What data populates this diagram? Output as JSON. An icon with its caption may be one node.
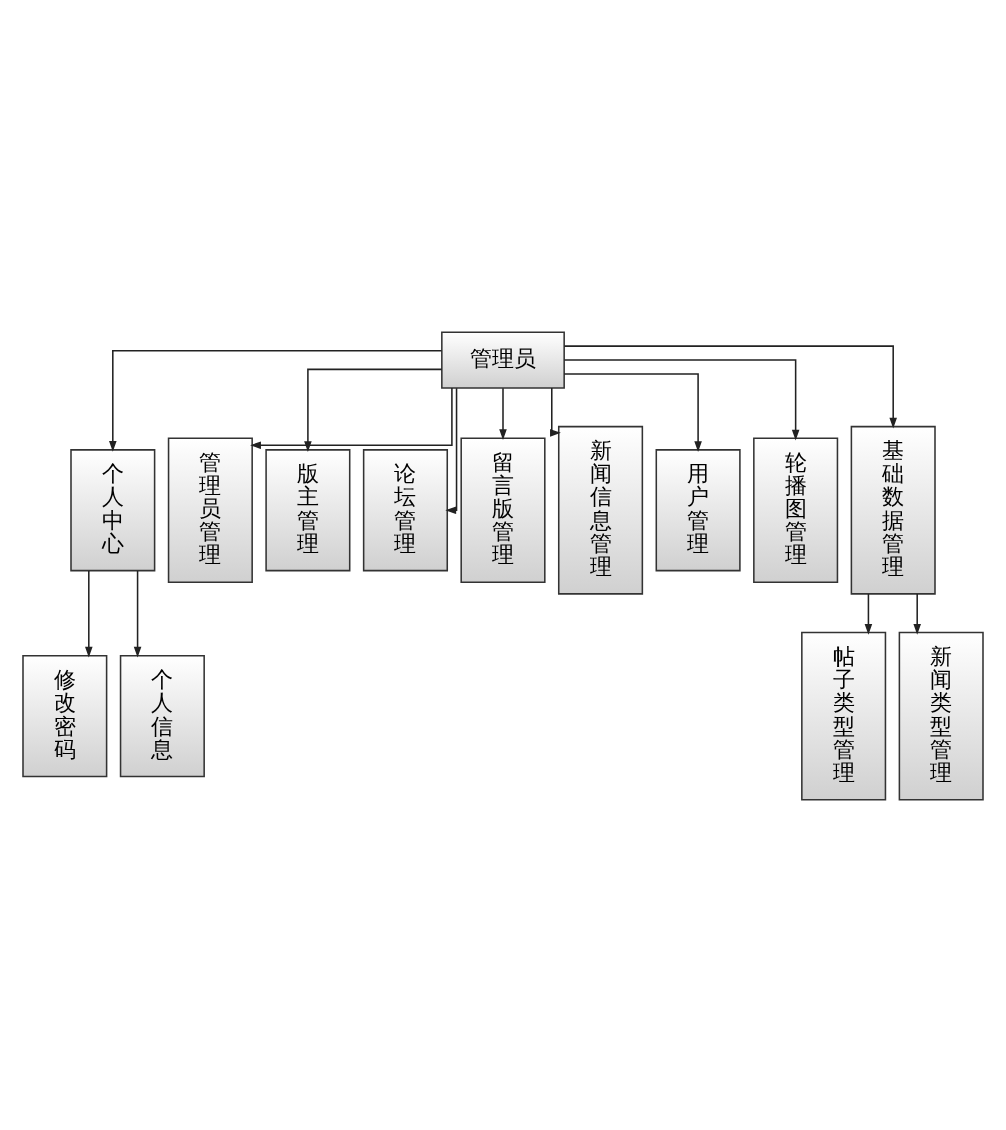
{
  "diagram": {
    "nodes": [
      {
        "text": [
          "管理员"
        ]
      },
      {
        "text": [
          "个人中心"
        ]
      },
      {
        "text": [
          "管理员管理"
        ]
      },
      {
        "text": [
          "版主管理"
        ]
      },
      {
        "text": [
          "论坛管理"
        ]
      },
      {
        "text": [
          "留言版管理"
        ]
      },
      {
        "text": [
          "新闻信息管理"
        ]
      },
      {
        "text": [
          "用户管理"
        ]
      },
      {
        "text": [
          "轮播图管理"
        ]
      },
      {
        "text": [
          "基础数据管理"
        ]
      },
      {
        "text": [
          "修改密码"
        ]
      },
      {
        "text": [
          "个人信息"
        ]
      },
      {
        "text": [
          "帖子类型管理"
        ]
      },
      {
        "text": [
          "新闻类型管理"
        ]
      }
    ],
    "edges": [
      {
        "from": 0,
        "to": 1,
        "arrow": "to"
      },
      {
        "from": 0,
        "to": 2,
        "arrow": "to"
      },
      {
        "from": 0,
        "to": 3,
        "arrow": "to"
      },
      {
        "from": 0,
        "to": 4,
        "arrow": "to"
      },
      {
        "from": 0,
        "to": 5,
        "arrow": "to"
      },
      {
        "from": 0,
        "to": 6,
        "arrow": "to"
      },
      {
        "from": 0,
        "to": 7,
        "arrow": "to"
      },
      {
        "from": 0,
        "to": 8,
        "arrow": "to"
      },
      {
        "from": 0,
        "to": 9,
        "arrow": "to"
      },
      {
        "from": 1,
        "to": 10,
        "arrow": "to"
      },
      {
        "from": 1,
        "to": 11,
        "arrow": "to"
      },
      {
        "from": 9,
        "to": 12,
        "arrow": "to"
      },
      {
        "from": 9,
        "to": 13,
        "arrow": "to"
      }
    ]
  }
}
